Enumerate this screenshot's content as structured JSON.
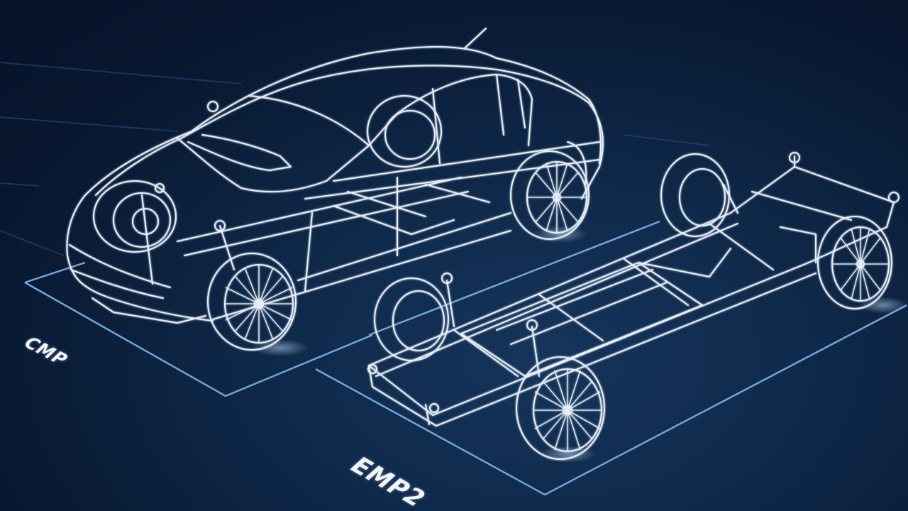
{
  "scene": {
    "description": "Wireframe illustration of a car on the CMP platform and a rolling chassis on the EMP2 platform",
    "colors": {
      "background": "#0b1e3a",
      "wireframe": "#e6eef8",
      "platform_outline": "#6fa6d6",
      "label": "#f2f6fb"
    }
  },
  "platforms": [
    {
      "id": "cmp",
      "label": "CMP",
      "subject": "complete car wireframe"
    },
    {
      "id": "emp2",
      "label": "EMP2",
      "subject": "chassis frame wireframe"
    }
  ]
}
